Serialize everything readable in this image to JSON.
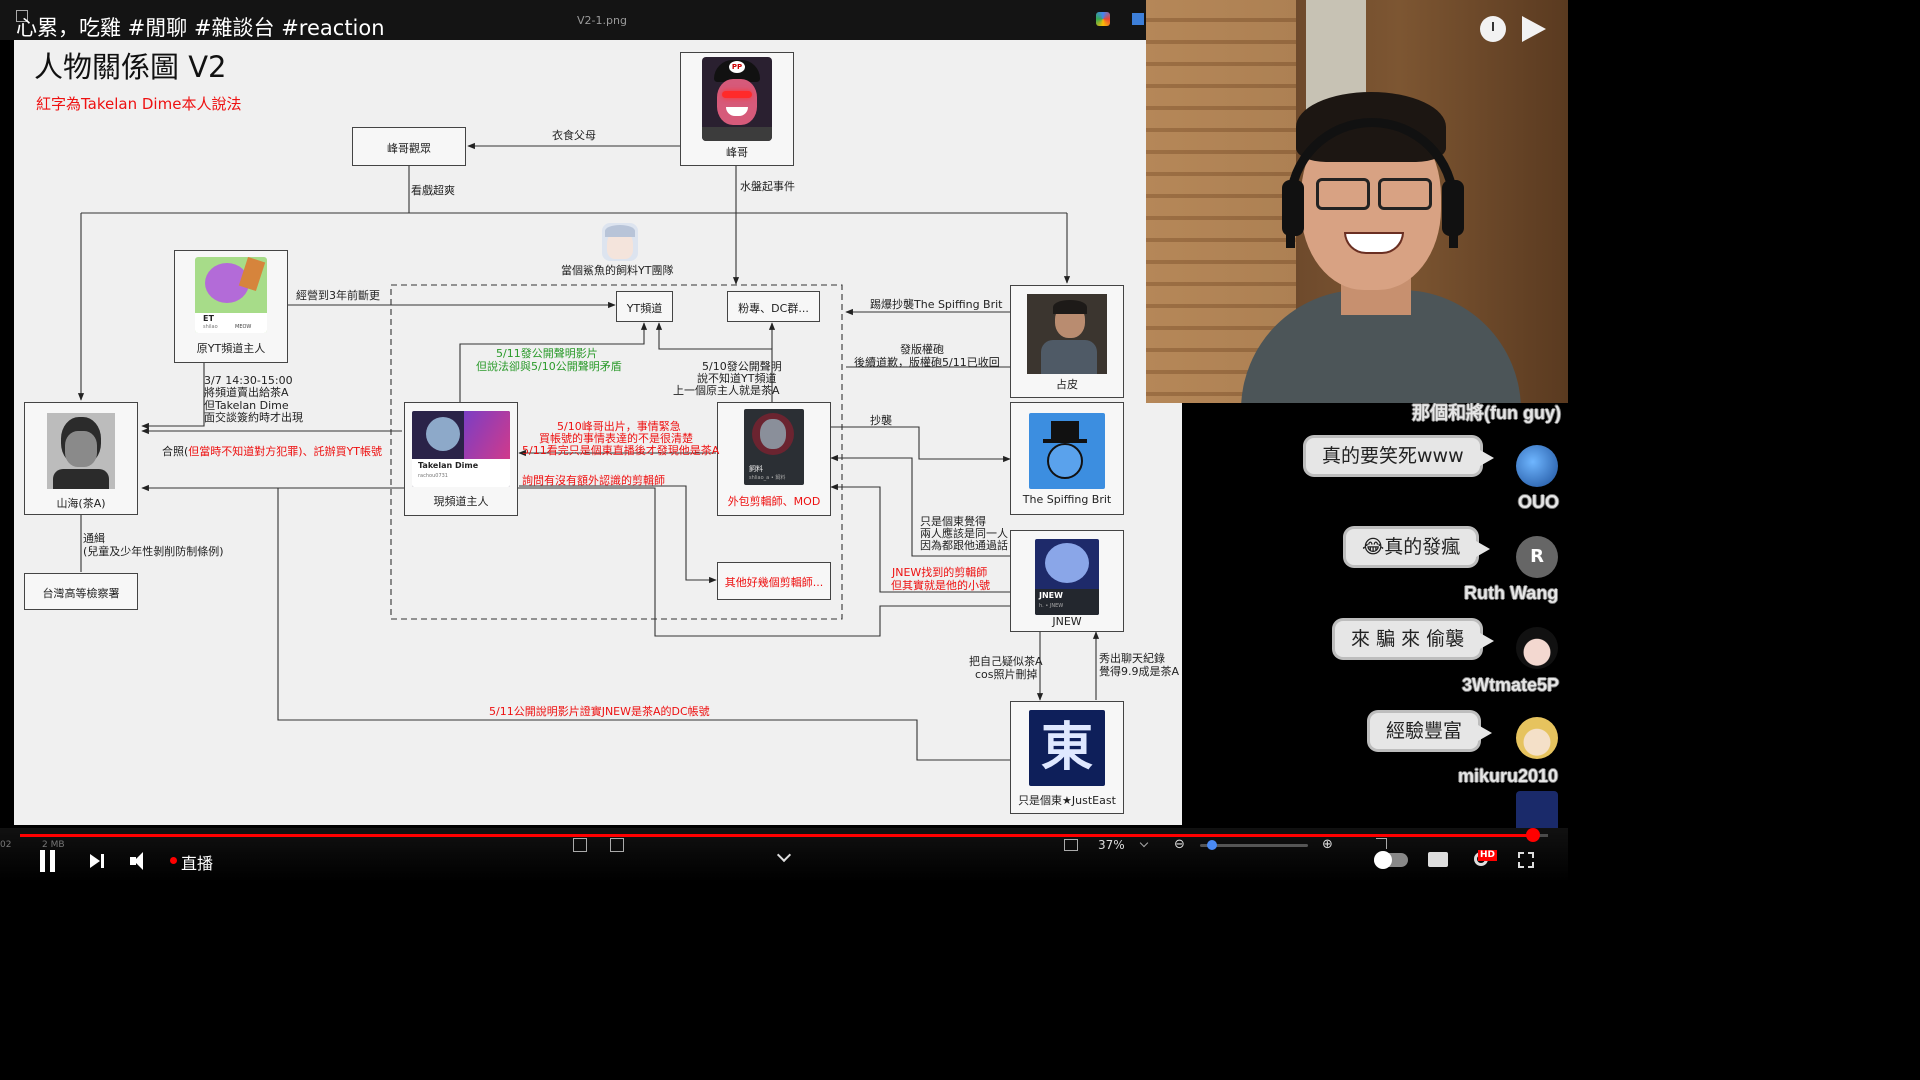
{
  "video": {
    "title": "心累，吃雞 #閒聊 #雜談台 #reaction",
    "file_name": "V2-1.png",
    "live_label": "直播"
  },
  "slide": {
    "title": "人物關係圖 V2",
    "subtitle": "紅字為Takelan Dime本人說法",
    "nodes": {
      "feng": "峰哥",
      "feng_viewers": "峰哥觀眾",
      "prev_owner": "原YT頻道主人",
      "shanhai": "山海(茶A)",
      "high_prosecutor": "台灣高等檢察署",
      "yt_channel": "YT頻道",
      "fanpage_dc": "粉專、DC群...",
      "current_owner": "現頻道主人",
      "editor_mod": "外包剪輯師、MOD",
      "other_editors": "其他好幾個剪輯師...",
      "zhanpi": "占皮",
      "spiffing": "The Spiffing Brit",
      "jnew": "JNEW",
      "justeast": "只是個東★JustEast",
      "vtuber_caption": "當個鯊魚的飼料YT團隊"
    },
    "avatar_text": {
      "et_label": "ET",
      "et_sub": "shilao",
      "meow": "MEOW",
      "takelan": "Takelan Dime",
      "takelan_sub": "rachou0731",
      "siliao": "飼料",
      "siliao_sub": "shliao_a • 飼料",
      "jnew_badge": "JNEW",
      "jnew_sub": "h. • JNEW",
      "east_char": "東",
      "cap_letter": "PP"
    },
    "edges": {
      "parents": "衣食父母",
      "watch_show": "看戲超爽",
      "water_incident": "水盤起事件",
      "run_3yrs": "經營到3年前斷更",
      "expose_spiffing": "踢爆抄襲The Spiffing Brit",
      "copyright_1": "發版權砲",
      "copyright_2": "後續道歉，版權砲5/11已收回",
      "copy": "抄襲",
      "statement_511_1": "5/11發公開聲明影片",
      "statement_511_2": "但說法卻與5/10公開聲明矛盾",
      "statement_510_1": "5/10發公開聲明",
      "statement_510_2": "說不知道YT頻道",
      "statement_510_3": "上一個原主人就是茶A",
      "sale_1": "3/7 14:30-15:00",
      "sale_2": "將頻道賣出給茶A",
      "sale_3": "但Takelan Dime",
      "sale_4": "面交談簽約時才出現",
      "photo_prefix": "合照(",
      "photo_red": "但當時不知道對方犯罪)、託辦買YT帳號",
      "feng_510_1": "5/10峰哥出片，事情緊急",
      "feng_510_2": "買帳號的事情表達的不是很清楚",
      "feng_510_3": "5/11看完只是個東直播後才發現他是茶A",
      "ask_editor": "詢問有沒有額外認識的剪輯師",
      "wanted_1": "通緝",
      "wanted_2": "(兒童及少年性剝削防制條例)",
      "east_thinks_1": "只是個東覺得",
      "east_thinks_2": "兩人應該是同一人",
      "east_thinks_3": "因為都跟他通過話",
      "jnew_found_1": "JNEW找到的剪輯師",
      "jnew_found_2": "但其實就是他的小號",
      "cosplay_1": "把自己疑似茶A",
      "cosplay_2": "cos照片刪掉",
      "chatlog_1": "秀出聊天紀錄",
      "chatlog_2": "覺得9.9成是茶A",
      "dc_account": "5/11公開說明影片證實JNEW是茶A的DC帳號"
    }
  },
  "chat": {
    "top_partial": "那個和將(fun guy)",
    "messages": [
      {
        "text": "真的要笑死www",
        "user": "OUO"
      },
      {
        "text": "😂真的發瘋",
        "user": "Ruth Wang",
        "avatar_letter": "R"
      },
      {
        "text": "來 騙 來 偷襲",
        "user": "3Wtmate5P"
      },
      {
        "text": "經驗豐富",
        "user": "mikuru2010"
      }
    ]
  },
  "controls": {
    "zoom": "37%",
    "file_size": "2 MB",
    "page_no": "02",
    "hd_badge": "HD",
    "progress": 0.99
  }
}
